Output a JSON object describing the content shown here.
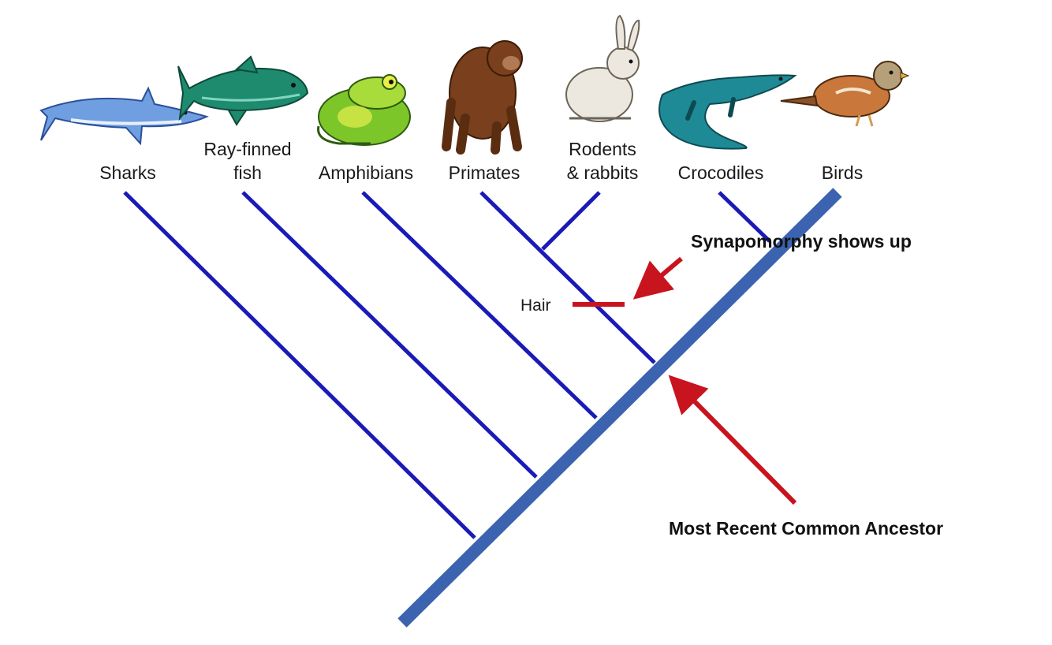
{
  "taxa": [
    {
      "line1": "Sharks",
      "line2": ""
    },
    {
      "line1": "Ray-finned",
      "line2": "fish"
    },
    {
      "line1": "Amphibians",
      "line2": ""
    },
    {
      "line1": "Primates",
      "line2": ""
    },
    {
      "line1": "Rodents",
      "line2": "& rabbits"
    },
    {
      "line1": "Crocodiles",
      "line2": ""
    },
    {
      "line1": "Birds",
      "line2": ""
    }
  ],
  "trait": {
    "label": "Hair"
  },
  "annotations": {
    "synapomorphy": "Synapomorphy shows up",
    "mrca": "Most Recent Common Ancestor"
  },
  "icons": [
    "shark-icon",
    "fish-icon",
    "frog-icon",
    "primate-icon",
    "rabbit-icon",
    "crocodile-icon",
    "bird-icon"
  ],
  "colors": {
    "trunk": "#3b63b0",
    "branch": "#1a1ab8",
    "arrow": "#c8141e",
    "trait_bar": "#c8141e"
  }
}
